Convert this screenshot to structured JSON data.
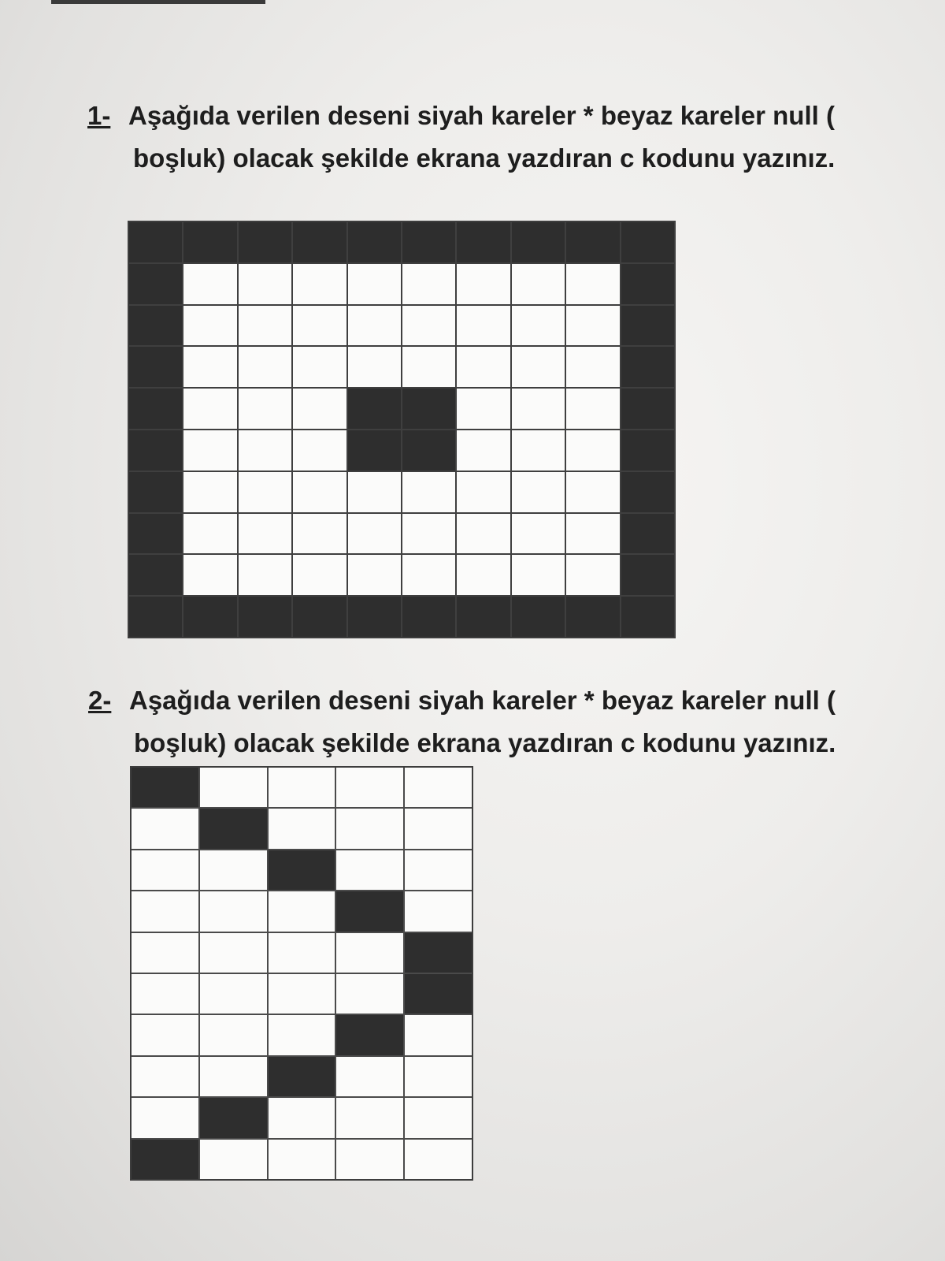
{
  "question1": {
    "number": "1-",
    "line1": "Aşağıda verilen deseni siyah kareler * beyaz kareler null (",
    "line2": "boşluk) olacak şekilde ekrana yazdıran c kodunu yazınız.",
    "pattern": [
      "1111111111",
      "1000000001",
      "1000000001",
      "1000000001",
      "1000110001",
      "1000110001",
      "1000000001",
      "1000000001",
      "1000000001",
      "1111111111"
    ]
  },
  "question2": {
    "number": "2-",
    "line1": "Aşağıda verilen deseni siyah kareler * beyaz kareler null (",
    "line2": "boşluk) olacak şekilde ekrana yazdıran c kodunu yazınız.",
    "pattern": [
      "10000",
      "01000",
      "00100",
      "00010",
      "00001",
      "00001",
      "00010",
      "00100",
      "01000",
      "10000"
    ]
  },
  "colors": {
    "filled": "#2e2e2e",
    "empty": "#fbfbfa"
  }
}
